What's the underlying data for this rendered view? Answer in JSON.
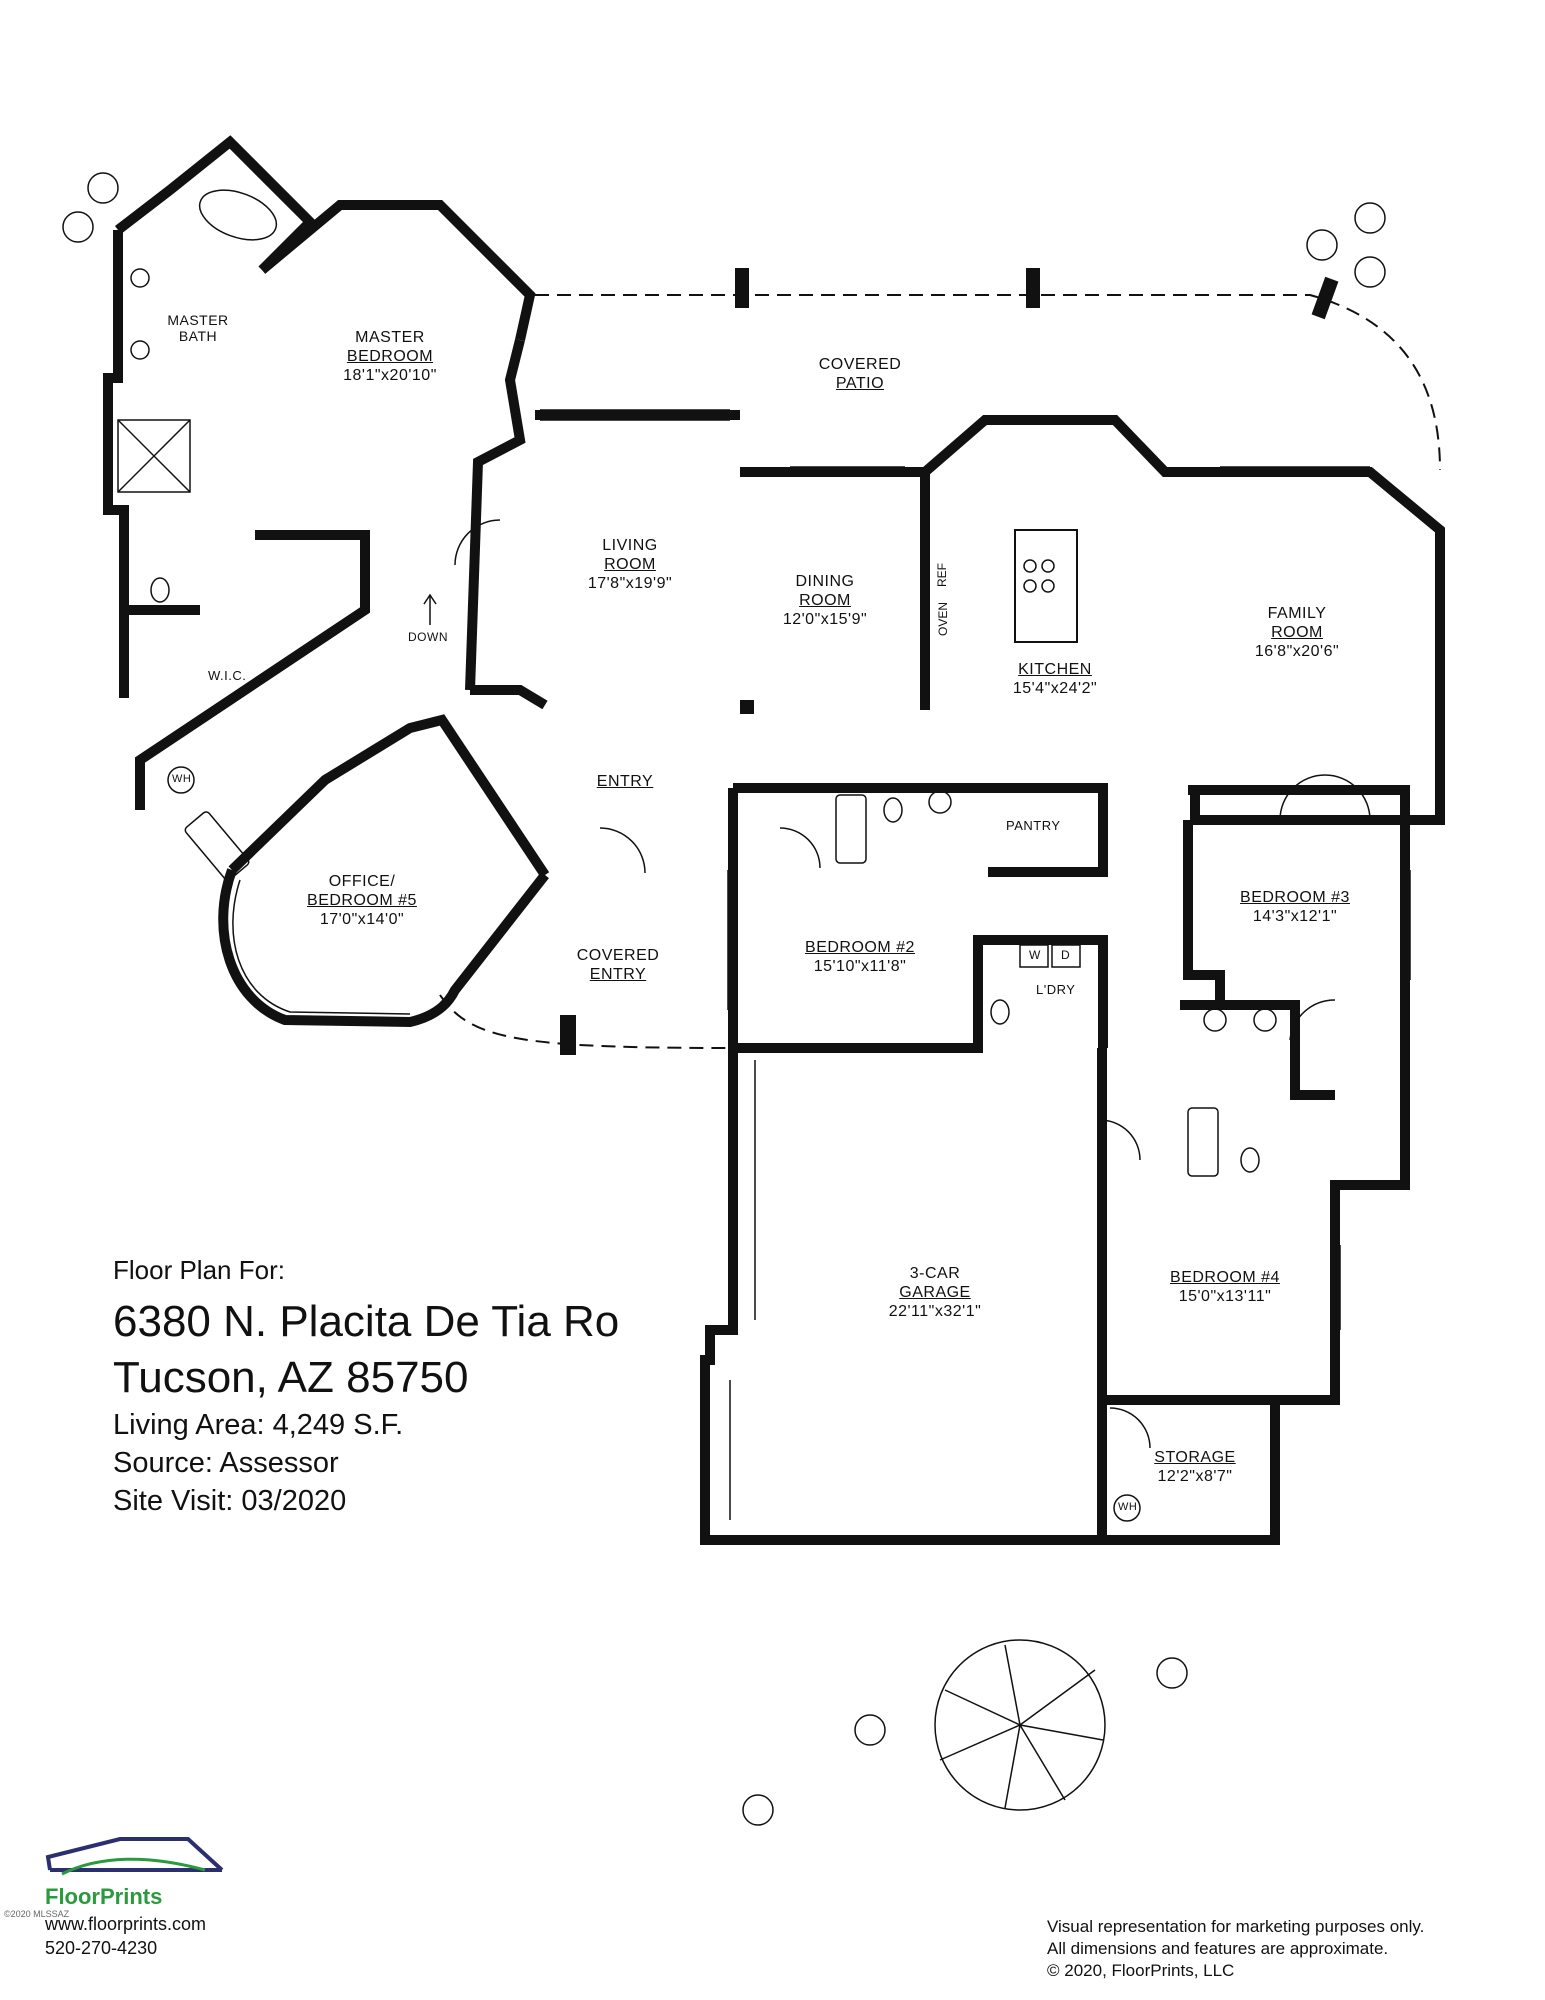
{
  "rooms": {
    "master_bath": {
      "name_1": "MASTER",
      "name_2": "BATH"
    },
    "master_bedroom": {
      "name_1": "MASTER",
      "name_2": "BEDROOM",
      "dims": "18'1\"x20'10\""
    },
    "covered_patio": {
      "name_1": "COVERED",
      "name_2": "PATIO"
    },
    "living_room": {
      "name_1": "LIVING",
      "name_2": "ROOM",
      "dims": "17'8\"x19'9\""
    },
    "dining_room": {
      "name_1": "DINING",
      "name_2": "ROOM",
      "dims": "12'0\"x15'9\""
    },
    "kitchen": {
      "name": "KITCHEN",
      "dims": "15'4\"x24'2\""
    },
    "family_room": {
      "name_1": "FAMILY",
      "name_2": "ROOM",
      "dims": "16'8\"x20'6\""
    },
    "wic": {
      "name": "W.I.C."
    },
    "down": {
      "name": "DOWN"
    },
    "entry": {
      "name": "ENTRY"
    },
    "office": {
      "name_1": "OFFICE/",
      "name_2": "BEDROOM #5",
      "dims": "17'0\"x14'0\""
    },
    "covered_entry": {
      "name_1": "COVERED",
      "name_2": "ENTRY"
    },
    "pantry": {
      "name": "PANTRY"
    },
    "bedroom2": {
      "name": "BEDROOM #2",
      "dims": "15'10\"x11'8\""
    },
    "laundry": {
      "name": "L'DRY",
      "washer": "W",
      "dryer": "D"
    },
    "bedroom3": {
      "name": "BEDROOM #3",
      "dims": "14'3\"x12'1\""
    },
    "bedroom4": {
      "name": "BEDROOM #4",
      "dims": "15'0\"x13'11\""
    },
    "garage": {
      "name_1": "3-CAR",
      "name_2": "GARAGE",
      "dims": "22'11\"x32'1\""
    },
    "storage": {
      "name": "STORAGE",
      "dims": "12'2\"x8'7\""
    },
    "water_heater": "WH",
    "oven": "OVEN",
    "ref": "REF"
  },
  "info": {
    "floor_plan_for": "Floor Plan For:",
    "address_1": "6380 N. Placita De Tia Ro",
    "address_2": "Tucson, AZ  85750",
    "living_area": "Living Area:  4,249 S.F.",
    "source": "Source:  Assessor",
    "site_visit": "Site Visit:  03/2020"
  },
  "branding": {
    "name": "FloorPrints",
    "website": "www.floorprints.com",
    "phone": "520-270-4230",
    "watermark": "©2020 MLSSAZ"
  },
  "disclaimer": {
    "line_1": "Visual representation for marketing purposes only.",
    "line_2": "All dimensions and features are approximate.",
    "line_3": "© 2020, FloorPrints, LLC"
  },
  "colors": {
    "wall": "#111111",
    "logo_roof": "#2b2f6e",
    "logo_text": "#2a9a3c"
  }
}
